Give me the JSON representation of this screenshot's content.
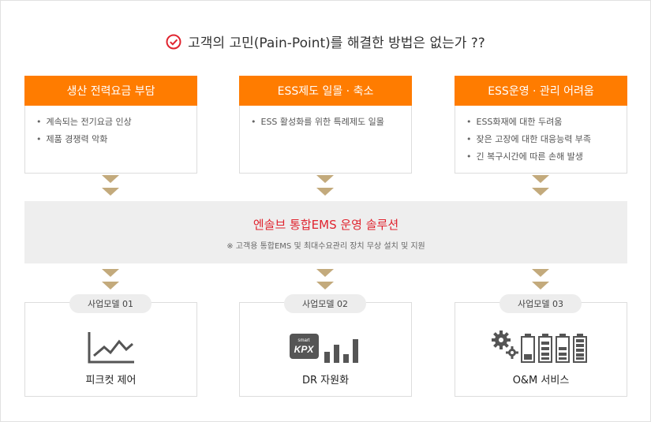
{
  "title": "고객의 고민(Pain-Point)를 해결한 방법은 없는가 ??",
  "colors": {
    "accent": "#ff7c00",
    "highlight": "#e0242f",
    "arrow": "#c3aa7c"
  },
  "problems": [
    {
      "heading": "생산 전력요금 부담",
      "items": [
        "계속되는 전기요금 인상",
        "제품 경쟁력 악화"
      ]
    },
    {
      "heading": "ESS제도 일몰 · 축소",
      "items": [
        "ESS 활성화를 위한 특례제도 일몰"
      ]
    },
    {
      "heading": "ESS운영 · 관리 어려움",
      "items": [
        "ESS화재에 대한 두려움",
        "잦은 고장에 대한 대응능력 부족",
        "긴 복구시간에 따른 손해 발생"
      ]
    }
  ],
  "solution": {
    "main": "엔솔브 통합EMS 운영 솔루션",
    "sub": "※ 고객용 통합EMS 및 최대수요관리 장치 무상 설치 및 지원"
  },
  "models": [
    {
      "badge": "사업모델 01",
      "caption": "피크컷 제어",
      "icon": "line-chart-icon"
    },
    {
      "badge": "사업모델 02",
      "caption": "DR 자원화",
      "icon": "kpx-bar-icon",
      "logo_text": "smart KPX"
    },
    {
      "badge": "사업모델 03",
      "caption": "O&M 서비스",
      "icon": "gear-battery-icon"
    }
  ]
}
